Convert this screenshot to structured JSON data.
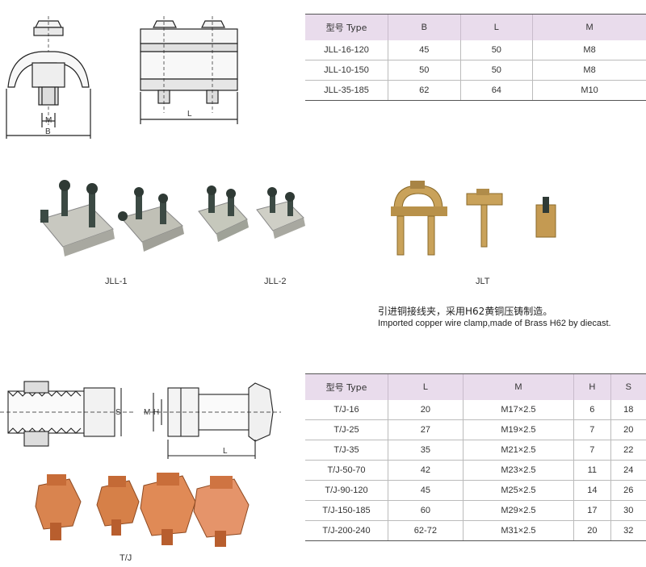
{
  "table1": {
    "headers": [
      "型号 Type",
      "B",
      "L",
      "M"
    ],
    "rows": [
      [
        "JLL-16-120",
        "45",
        "50",
        "M8"
      ],
      [
        "JLL-10-150",
        "50",
        "50",
        "M8"
      ],
      [
        "JLL-35-185",
        "62",
        "64",
        "M10"
      ]
    ]
  },
  "table2": {
    "headers": [
      "型号 Type",
      "L",
      "M",
      "H",
      "S"
    ],
    "rows": [
      [
        "T/J-16",
        "20",
        "M17×2.5",
        "6",
        "18"
      ],
      [
        "T/J-25",
        "27",
        "M19×2.5",
        "7",
        "20"
      ],
      [
        "T/J-35",
        "35",
        "M21×2.5",
        "7",
        "22"
      ],
      [
        "T/J-50-70",
        "42",
        "M23×2.5",
        "11",
        "24"
      ],
      [
        "T/J-90-120",
        "45",
        "M25×2.5",
        "14",
        "26"
      ],
      [
        "T/J-150-185",
        "60",
        "M29×2.5",
        "17",
        "30"
      ],
      [
        "T/J-200-240",
        "62-72",
        "M31×2.5",
        "20",
        "32"
      ]
    ]
  },
  "drawing1": {
    "dim_m": "M",
    "dim_b": "B",
    "dim_l": "L"
  },
  "drawing2": {
    "dim_s": "S",
    "dim_m": "M",
    "dim_h": "H",
    "dim_l": "L"
  },
  "captions": {
    "jll1": "JLL-1",
    "jll2": "JLL-2",
    "jlt": "JLT",
    "tj": "T/J"
  },
  "note": {
    "cn": "引进铜接线夹，采用H62黄铜压铸制造。",
    "en": "Imported copper wire clamp,made of Brass H62 by diecast."
  },
  "colors": {
    "header_bg": "#e9dcec",
    "copper": "#d9844f",
    "brass": "#c9a25a",
    "aluminum": "#c8c8c0",
    "bolt": "#3c4a44"
  }
}
